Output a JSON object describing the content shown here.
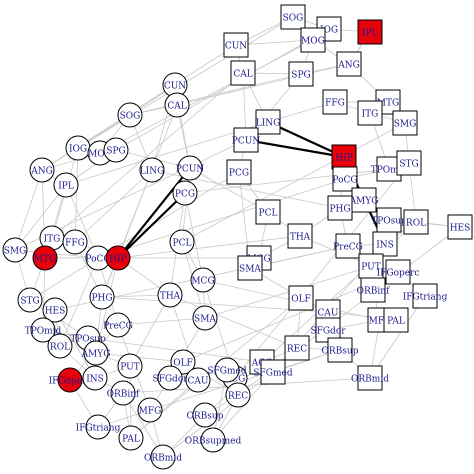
{
  "colors": {
    "node_fill": "#ffffff",
    "highlight_fill": "#e8000b",
    "label": "#1a1a8c",
    "edge": "#c8c8c8",
    "strong_edge": "#000000"
  },
  "networks": [
    {
      "name": "",
      "node_shape": "circle",
      "nodes": [
        {
          "label": "CUN"
        },
        {
          "label": "CAL"
        },
        {
          "label": "SOG"
        },
        {
          "label": "IOG"
        },
        {
          "label": "MOG"
        },
        {
          "label": "SPG"
        },
        {
          "label": "ANG"
        },
        {
          "label": "IPL"
        },
        {
          "label": "LING"
        },
        {
          "label": "PCUN"
        },
        {
          "label": "PCG"
        },
        {
          "label": "ITG"
        },
        {
          "label": "MTG",
          "highlight": true
        },
        {
          "label": "FFG"
        },
        {
          "label": "PoCG"
        },
        {
          "label": "HIP",
          "highlight": true
        },
        {
          "label": "SMG"
        },
        {
          "label": "PCL"
        },
        {
          "label": "STG"
        },
        {
          "label": "HES"
        },
        {
          "label": "PHG"
        },
        {
          "label": "MCG"
        },
        {
          "label": "THA"
        },
        {
          "label": "TPOsup"
        },
        {
          "label": "TPOmid"
        },
        {
          "label": "PreCG"
        },
        {
          "label": "ROL"
        },
        {
          "label": "AMYG"
        },
        {
          "label": "SMA"
        },
        {
          "label": "PUT"
        },
        {
          "label": "IFGoperc",
          "highlight": true
        },
        {
          "label": "INS"
        },
        {
          "label": "OLF"
        },
        {
          "label": "SFGdor"
        },
        {
          "label": "CAU"
        },
        {
          "label": "ACG"
        },
        {
          "label": "SFGmed"
        },
        {
          "label": "ORBinf"
        },
        {
          "label": "MFG"
        },
        {
          "label": "REC"
        },
        {
          "label": "ORBsup"
        },
        {
          "label": "IFGtriang"
        },
        {
          "label": "ORBsupmed"
        },
        {
          "label": "PAL"
        },
        {
          "label": "ORBmid"
        }
      ],
      "strong_edges": [
        [
          "HIP",
          "PCG"
        ],
        [
          "HIP",
          "PCUN"
        ]
      ]
    },
    {
      "name": "",
      "node_shape": "square",
      "nodes": [
        {
          "label": "SOG"
        },
        {
          "label": "IOG"
        },
        {
          "label": "IPL",
          "highlight": true
        },
        {
          "label": "CUN"
        },
        {
          "label": "MOG"
        },
        {
          "label": "CAL"
        },
        {
          "label": "SPG"
        },
        {
          "label": "ANG"
        },
        {
          "label": "FFG"
        },
        {
          "label": "MTG"
        },
        {
          "label": "ITG"
        },
        {
          "label": "SMG"
        },
        {
          "label": "LING"
        },
        {
          "label": "PCUN"
        },
        {
          "label": "HIP",
          "highlight": true
        },
        {
          "label": "PCG"
        },
        {
          "label": "PoCG"
        },
        {
          "label": "TPOmid"
        },
        {
          "label": "STG"
        },
        {
          "label": "AMYG"
        },
        {
          "label": "PHG"
        },
        {
          "label": "PCL"
        },
        {
          "label": "TPOsup"
        },
        {
          "label": "ROL"
        },
        {
          "label": "HES"
        },
        {
          "label": "THA"
        },
        {
          "label": "PreCG"
        },
        {
          "label": "INS"
        },
        {
          "label": "MCG"
        },
        {
          "label": "SMA"
        },
        {
          "label": "PUT"
        },
        {
          "label": "IFGoperc"
        },
        {
          "label": "ORBinf"
        },
        {
          "label": "IFGtriang"
        },
        {
          "label": "OLF"
        },
        {
          "label": "CAU"
        },
        {
          "label": "SFGdor"
        },
        {
          "label": "MFG"
        },
        {
          "label": "PAL"
        },
        {
          "label": "REC"
        },
        {
          "label": "ACG"
        },
        {
          "label": "SFGmed"
        },
        {
          "label": "ORBsup"
        },
        {
          "label": "ORBmid"
        }
      ],
      "strong_edges": [
        [
          "HIP",
          "LING"
        ],
        [
          "HIP",
          "PCUN"
        ],
        [
          "HIP",
          "INS"
        ]
      ]
    }
  ]
}
